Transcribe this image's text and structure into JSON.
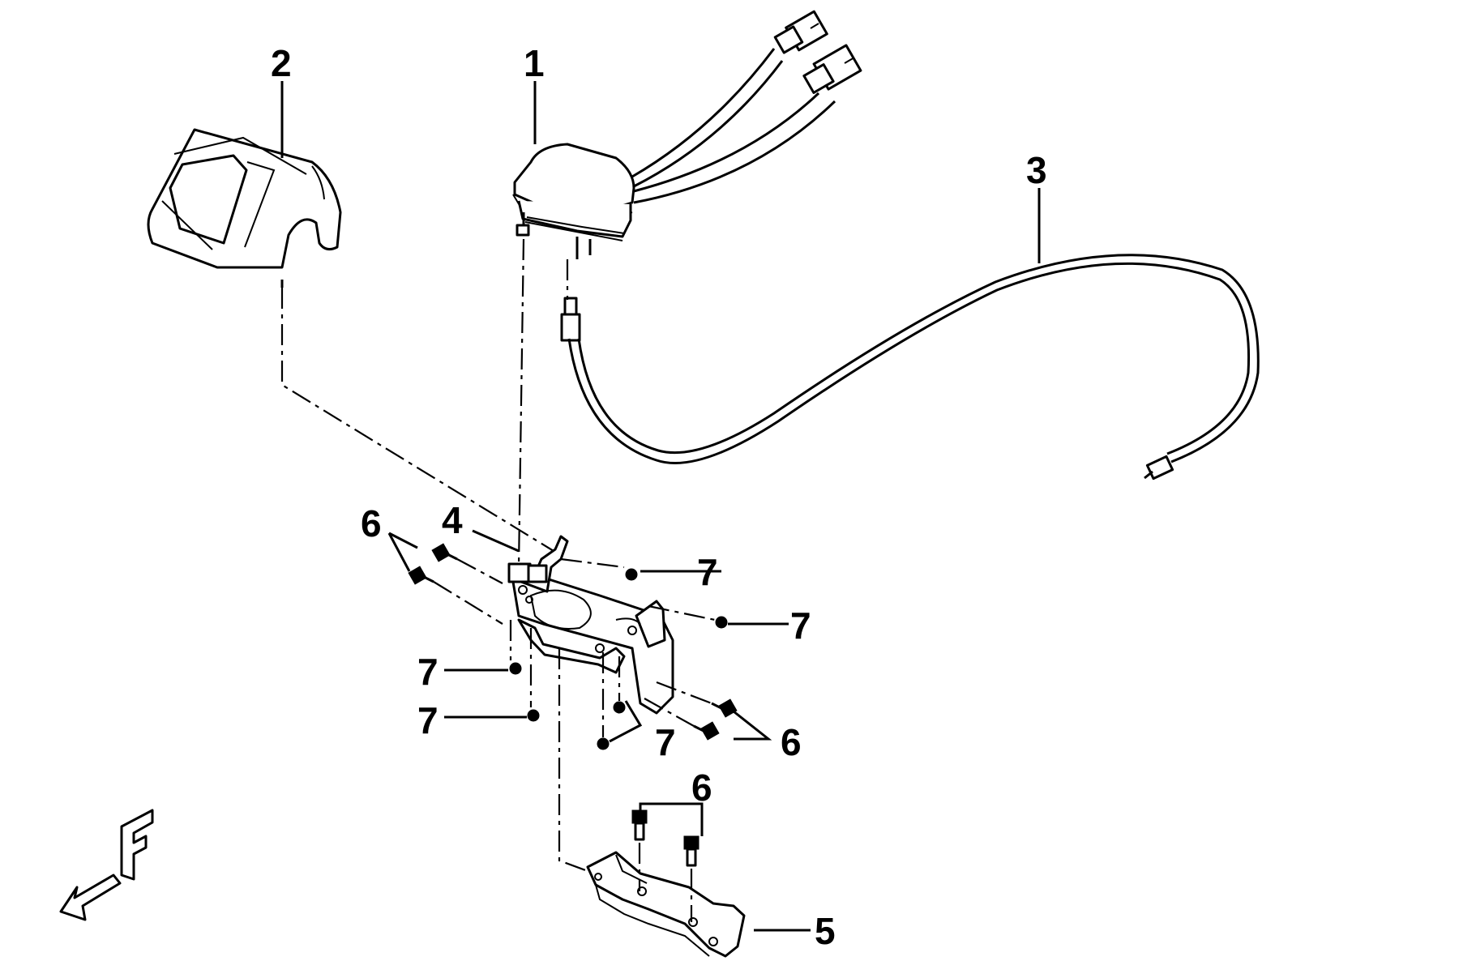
{
  "callouts": {
    "c1": "1",
    "c2": "2",
    "c3": "3",
    "c4": "4",
    "c5": "5",
    "c6a": "6",
    "c6b": "6",
    "c6c": "6",
    "c7a": "7",
    "c7b": "7",
    "c7c": "7",
    "c7d": "7",
    "c7e": "7"
  },
  "direction_symbol": {
    "letter": "F",
    "icon": "front-direction-arrow-icon"
  },
  "colors": {
    "ink": "#000000",
    "paper": "#ffffff"
  }
}
